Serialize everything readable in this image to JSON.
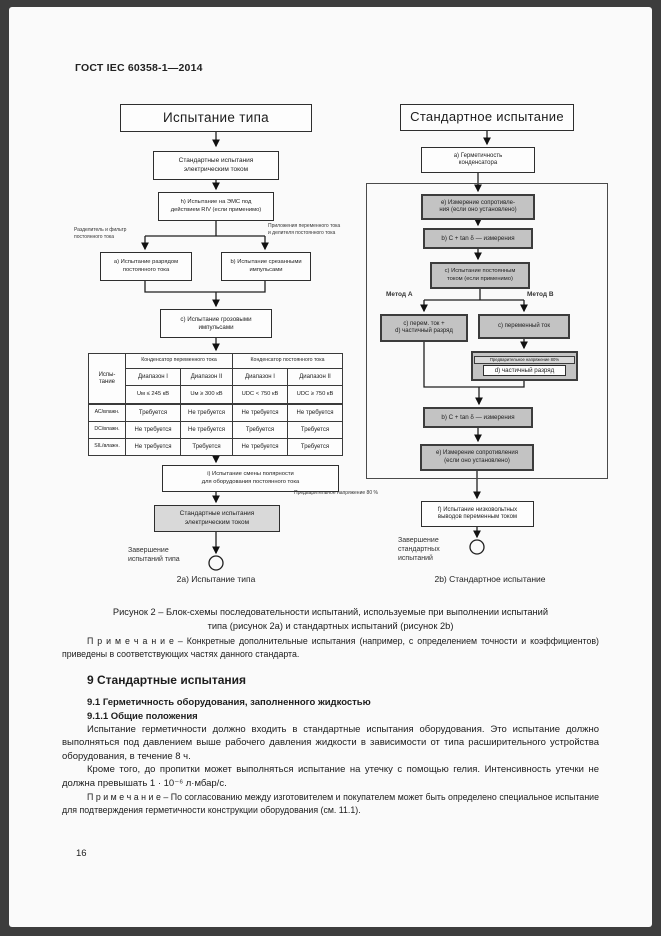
{
  "page": {
    "header": "ГОСТ IEC 60358-1—2014",
    "page_number": "16"
  },
  "figure": {
    "type_chart": {
      "title": "Испытание типа",
      "std_top": "Стандартные испытания\nэлектрическим током",
      "box_h": "h) Испытание на ЭМС под\nдействием RIV (если применимо)",
      "branch_left_label": "Разделитель и фильтр\nпостоянного тока",
      "branch_right_label": "Приложения переменного тока\nи делителя постоянного тока",
      "box_a": "a) Испытание разрядом\nпостоянного тока",
      "box_b": "b) Испытание срезанными\nимпульсами",
      "box_c": "c) Испытание грозовыми\nимпульсами",
      "table": {
        "corner": "Испы-\nтание",
        "groups": [
          "Конденсатор переменного тока",
          "Конденсатор постоянного тока"
        ],
        "ranges": [
          "Диапазон I",
          "Диапазон II",
          "Диапазон I",
          "Диапазон II"
        ],
        "voltages": [
          "Uм ≤ 245 кВ",
          "Uм ≥ 300 кВ",
          "UDC < 750 кВ",
          "UDC ≥ 750 кВ"
        ],
        "rows": [
          {
            "label": "АС/влажн.",
            "cells": [
              "Требуется",
              "Не требуется",
              "Не требуется",
              "Не требуется"
            ]
          },
          {
            "label": "DC/влажн.",
            "cells": [
              "Не требуется",
              "Не требуется",
              "Требуется",
              "Требуется"
            ]
          },
          {
            "label": "SIL/влажн.",
            "cells": [
              "Не требуется",
              "Требуется",
              "Не требуется",
              "Требуется"
            ]
          }
        ]
      },
      "box_i": "i) Испытание смены полярности\nдля оборудования постоянного тока",
      "std_bottom": "Стандартные испытания\nэлектрическим током",
      "finish": "Завершение\nиспытаний типа",
      "caption": "2а) Испытание типа"
    },
    "routine_chart": {
      "title": "Стандартное испытание",
      "box_a": "a) Герметичность\nконденсатора",
      "box_e1": "e) Измерение сопротивле-\nния (если оно установлено)",
      "box_b1": "b) C + tan δ — измерения",
      "box_c": "c) Испытание постоянным\nтоком (если применимо)",
      "method_a_label": "Метод А",
      "method_b_label": "Метод В",
      "box_method_a": "c) перем. ток +\nd) частичный разряд",
      "box_method_b": "c) переменный ток",
      "prestress_label": "Предварительное напряжение 80%",
      "box_d": "d) частичный разряд",
      "box_b2": "b) C + tan δ — измерения",
      "box_e2": "e) Измерение сопротивления\n(если оно установлено)",
      "box_f": "f) Испытание низковольтных\nвыводов переменным током",
      "finish": "Завершение\nстандартных\nиспытаний",
      "caption": "2b) Стандартное испытание"
    },
    "prestress_note": "Предварительное напряжение 80 %",
    "caption_text": "Рисунок 2 – Блок-схемы последовательности испытаний, используемые при выполнении испытаний\nтипа (рисунок 2а) и стандартных испытаний (рисунок 2b)",
    "note": "П р и м е ч а н и е  –  Конкретные дополнительные испытания (например, с определением точности и коэффициентов) приведены в соответствующих частях данного стандарта."
  },
  "section": {
    "heading": "9  Стандартные испытания",
    "sub1": "9.1  Герметичность оборудования, заполненного жидкостью",
    "sub2": "9.1.1  Общие положения",
    "para1": "Испытание герметичности должно входить в стандартные испытания оборудования. Это испытание должно выполняться под давлением выше рабочего давления жидкости в зависимости от типа расширительного устройства оборудования, в течение 8 ч.",
    "para2": "Кроме того, до пропитки может выполняться испытание на утечку с помощью гелия. Интенсивность утечки не должна превышать 1 · 10⁻⁶ л·мбар/с.",
    "note": "П р и м е ч а н и е  –  По согласованию между изготовителем и покупателем может быть определено специальное испытание для подтверждения герметичности конструкции оборудования (см. 11.1)."
  }
}
